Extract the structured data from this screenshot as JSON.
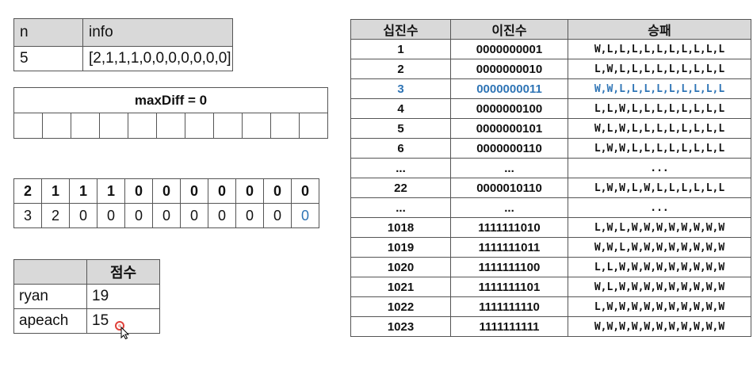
{
  "info_table": {
    "headers": [
      "n",
      "info"
    ],
    "row": [
      "5",
      "[2,1,1,1,0,0,0,0,0,0,0]"
    ]
  },
  "maxdiff": {
    "label": "maxDiff = 0",
    "empty_cells": 11
  },
  "bits": {
    "top": [
      "2",
      "1",
      "1",
      "1",
      "0",
      "0",
      "0",
      "0",
      "0",
      "0",
      "0"
    ],
    "bottom": [
      "3",
      "2",
      "0",
      "0",
      "0",
      "0",
      "0",
      "0",
      "0",
      "0",
      "0"
    ]
  },
  "score_table": {
    "header": [
      "",
      "점수"
    ],
    "rows": [
      {
        "name": "ryan",
        "score": "19"
      },
      {
        "name": "apeach",
        "score": "15"
      }
    ]
  },
  "big_table": {
    "headers": [
      "십진수",
      "이진수",
      "승패"
    ],
    "rows": [
      {
        "dec": "1",
        "bin": "0000000001",
        "res": "W,L,L,L,L,L,L,L,L,L,L",
        "hl": false
      },
      {
        "dec": "2",
        "bin": "0000000010",
        "res": "L,W,L,L,L,L,L,L,L,L,L",
        "hl": false
      },
      {
        "dec": "3",
        "bin": "0000000011",
        "res": "W,W,L,L,L,L,L,L,L,L,L",
        "hl": true
      },
      {
        "dec": "4",
        "bin": "0000000100",
        "res": "L,L,W,L,L,L,L,L,L,L,L",
        "hl": false
      },
      {
        "dec": "5",
        "bin": "0000000101",
        "res": "W,L,W,L,L,L,L,L,L,L,L",
        "hl": false
      },
      {
        "dec": "6",
        "bin": "0000000110",
        "res": "L,W,W,L,L,L,L,L,L,L,L",
        "hl": false
      },
      {
        "dec": "...",
        "bin": "...",
        "res": "...",
        "hl": false
      },
      {
        "dec": "22",
        "bin": "0000010110",
        "res": "L,W,W,L,W,L,L,L,L,L,L",
        "hl": false
      },
      {
        "dec": "...",
        "bin": "...",
        "res": "...",
        "hl": false
      },
      {
        "dec": "1018",
        "bin": "1111111010",
        "res": "L,W,L,W,W,W,W,W,W,W,W",
        "hl": false
      },
      {
        "dec": "1019",
        "bin": "1111111011",
        "res": "W,W,L,W,W,W,W,W,W,W,W",
        "hl": false
      },
      {
        "dec": "1020",
        "bin": "1111111100",
        "res": "L,L,W,W,W,W,W,W,W,W,W",
        "hl": false
      },
      {
        "dec": "1021",
        "bin": "1111111101",
        "res": "W,L,W,W,W,W,W,W,W,W,W",
        "hl": false
      },
      {
        "dec": "1022",
        "bin": "1111111110",
        "res": "L,W,W,W,W,W,W,W,W,W,W",
        "hl": false
      },
      {
        "dec": "1023",
        "bin": "1111111111",
        "res": "W,W,W,W,W,W,W,W,W,W,W",
        "hl": false
      }
    ]
  },
  "colors": {
    "header_bg": "#d9d9d9",
    "highlight": "#2e74b5",
    "cursor_ring": "#e0403a"
  }
}
